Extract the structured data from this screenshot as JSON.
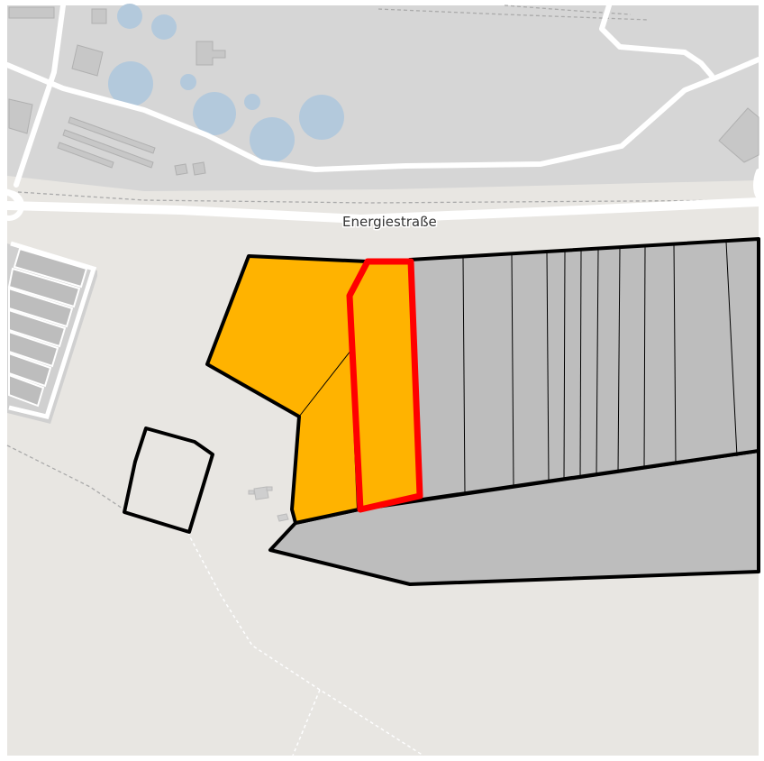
{
  "map": {
    "street_label": "Energiestraße",
    "colors": {
      "background": "#e8e6e2",
      "industrial": "#d6d6d6",
      "water": "#b3c9dc",
      "building": "#c7c7c7",
      "selected_parcel_fill": "#ffb300",
      "neighbor_parcel_fill": "#bdbdbd",
      "highlight_outline": "#ff0000",
      "parcel_outline": "#000000",
      "road": "#ffffff"
    },
    "layers": [
      "industrial-area",
      "storage-tanks",
      "buildings",
      "roads",
      "paths",
      "parcels",
      "highlighted-parcel"
    ]
  }
}
